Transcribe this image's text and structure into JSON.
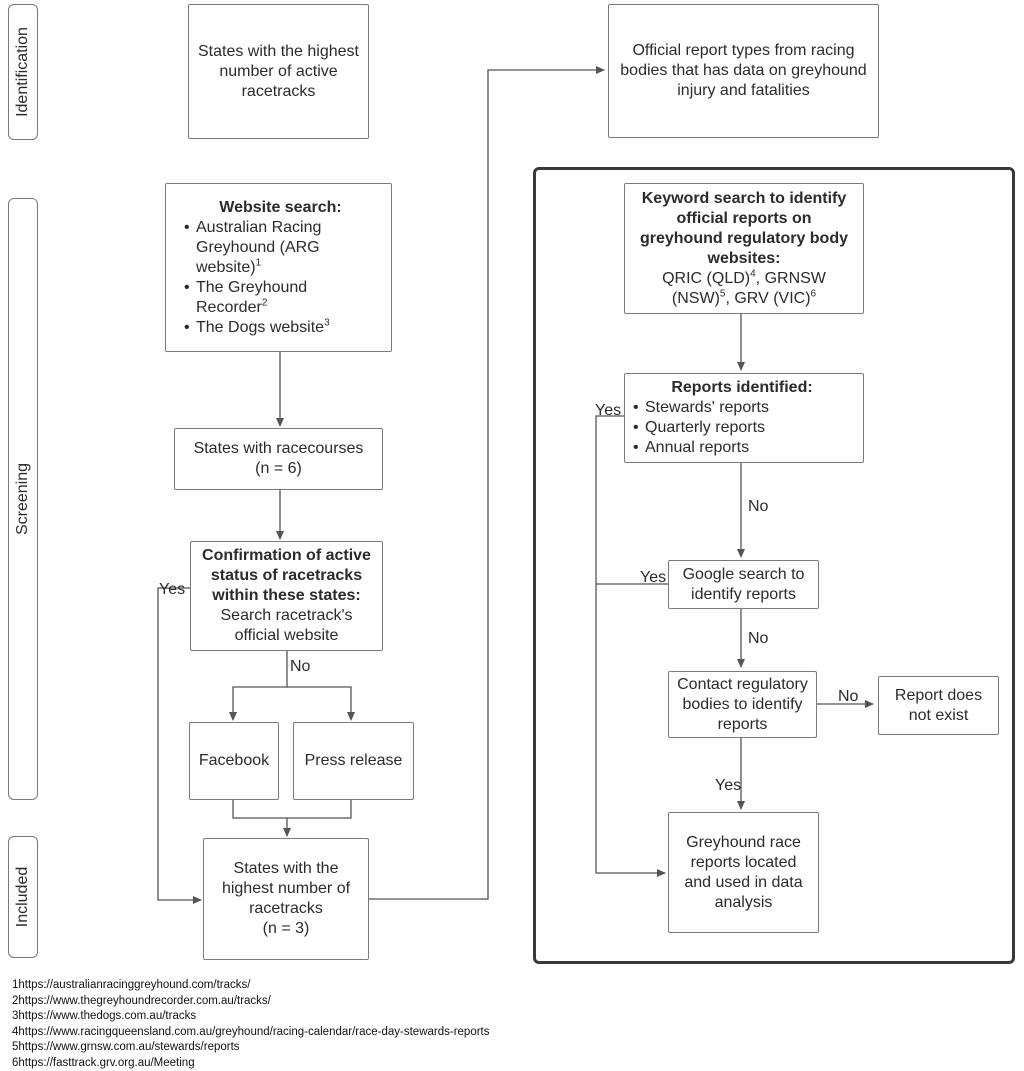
{
  "phases": {
    "identification": "Identification",
    "screening": "Screening",
    "included": "Included"
  },
  "boxes": {
    "states_highest_active": "States with the highest number of active racetracks",
    "official_report_types": "Official report types from racing bodies that has data on greyhound injury and fatalities",
    "website_search": {
      "title": "Website search:",
      "items": [
        {
          "text": "Australian Racing Greyhound (ARG website)",
          "sup": "1"
        },
        {
          "text": "The Greyhound Recorder",
          "sup": "2"
        },
        {
          "text": "The Dogs website",
          "sup": "3"
        }
      ]
    },
    "states_racecourses": {
      "line1": "States with racecourses",
      "line2": "(n = 6)"
    },
    "confirmation": {
      "title": "Confirmation of active status of racetracks within these states:",
      "body": "Search racetrack's official website"
    },
    "facebook": "Facebook",
    "press_release": "Press release",
    "states_included": {
      "line1": "States with the highest number of racetracks",
      "line2": "(n = 3)"
    },
    "keyword_search": {
      "title": "Keyword search to identify official reports on greyhound regulatory body websites:",
      "parts": [
        {
          "text": "QRIC (QLD)",
          "sup": "4"
        },
        {
          "text": ", GRNSW (NSW)",
          "sup": "5"
        },
        {
          "text": ", GRV (VIC)",
          "sup": "6"
        }
      ]
    },
    "reports_identified": {
      "title": "Reports identified:",
      "items": [
        "Stewards' reports",
        "Quarterly reports",
        "Annual reports"
      ]
    },
    "google_search": "Google search to identify reports",
    "contact_bodies": "Contact regulatory bodies to identify reports",
    "report_not_exist": "Report does not exist",
    "reports_located": "Greyhound race reports located and used in data analysis"
  },
  "edge_labels": {
    "yes": "Yes",
    "no": "No"
  },
  "footnotes": [
    "1https://australianracinggreyhound.com/tracks/",
    "2https://www.thegreyhoundrecorder.com.au/tracks/",
    "3https://www.thedogs.com.au/tracks",
    "4https://www.racingqueensland.com.au/greyhound/racing-calendar/race-day-stewards-reports",
    "5https://www.grnsw.com.au/stewards/reports",
    "6https://fasttrack.grv.org.au/Meeting"
  ]
}
